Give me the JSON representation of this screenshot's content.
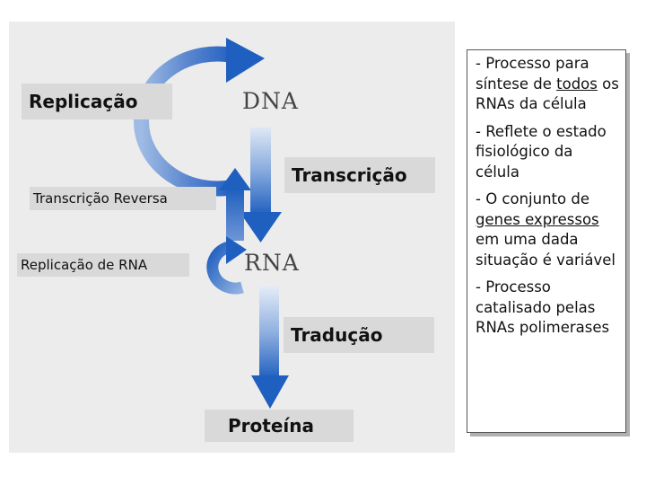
{
  "labels": {
    "replicacao": "Replicação",
    "dna": "DNA",
    "transcricao": "Transcrição",
    "transcricao_reversa": "Transcrição Reversa",
    "replicacao_rna": "Replicação de RNA",
    "rna": "RNA",
    "traducao": "Tradução",
    "proteina": "Proteína"
  },
  "notes": [
    {
      "pre": "- Processo para síntese de ",
      "u": "todos",
      "post": " os RNAs da célula"
    },
    {
      "pre": "- Reflete o estado fisiológico da célula",
      "u": "",
      "post": ""
    },
    {
      "pre": "- O conjunto de ",
      "u": "genes expressos",
      "post": " em uma dada situação é variável"
    },
    {
      "pre": "- Processo catalisado pelas RNAs polimerases",
      "u": "",
      "post": ""
    }
  ],
  "colors": {
    "panel": "#ececec",
    "label_bg": "#d9d9d9",
    "arrow_dark": "#1f5fbf",
    "arrow_light": "#d8e3f3"
  }
}
